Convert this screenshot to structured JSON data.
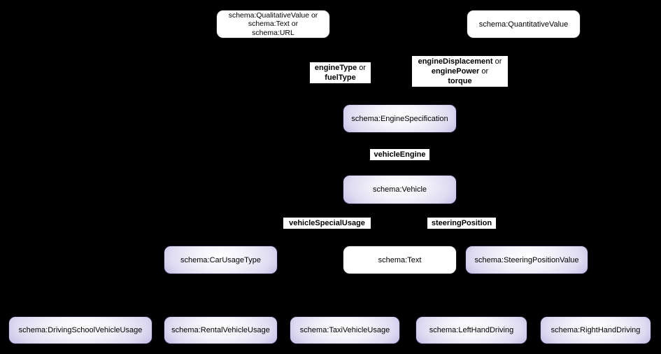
{
  "diagram": {
    "background_color": "#000000",
    "node_white_fill": "#ffffff",
    "node_gradient_outer": "#a49cd8",
    "node_border_color": "#1c1c1c",
    "text_color": "#000000"
  },
  "nodes": {
    "qualitative": {
      "line1": "schema:QualitativeValue  or",
      "line2": "schema:Text or",
      "line3": "schema:URL"
    },
    "quantitative": {
      "label": "schema:QuantitativeValue"
    },
    "engine_specification": {
      "label": "schema:EngineSpecification"
    },
    "vehicle": {
      "label": "schema:Vehicle"
    },
    "car_usage_type": {
      "label": "schema:CarUsageType"
    },
    "text": {
      "label": "schema:Text"
    },
    "steering_position_value": {
      "label": "schema:SteeringPositionValue"
    },
    "driving_school_vehicle_usage": {
      "label": "schema:DrivingSchoolVehicleUsage"
    },
    "rental_vehicle_usage": {
      "label": "schema:RentalVehicleUsage"
    },
    "taxi_vehicle_usage": {
      "label": "schema:TaxiVehicleUsage"
    },
    "left_hand_driving": {
      "label": "schema:LeftHandDriving"
    },
    "right_hand_driving": {
      "label": "schema:RightHandDriving"
    }
  },
  "edge_labels": {
    "engine_type": {
      "line1_bold": "engineType",
      "line1_rest": " or",
      "line2_bold": "fuelType"
    },
    "engine_displacement": {
      "line1_bold": "engineDisplacement",
      "line1_rest": " or",
      "line2_bold": "enginePower",
      "line2_rest": " or",
      "line3_bold": "torque"
    },
    "vehicle_engine": {
      "label": "vehicleEngine"
    },
    "vehicle_special_usage": {
      "label": "vehicleSpecialUsage"
    },
    "steering_position": {
      "label": "steeringPosition"
    }
  }
}
